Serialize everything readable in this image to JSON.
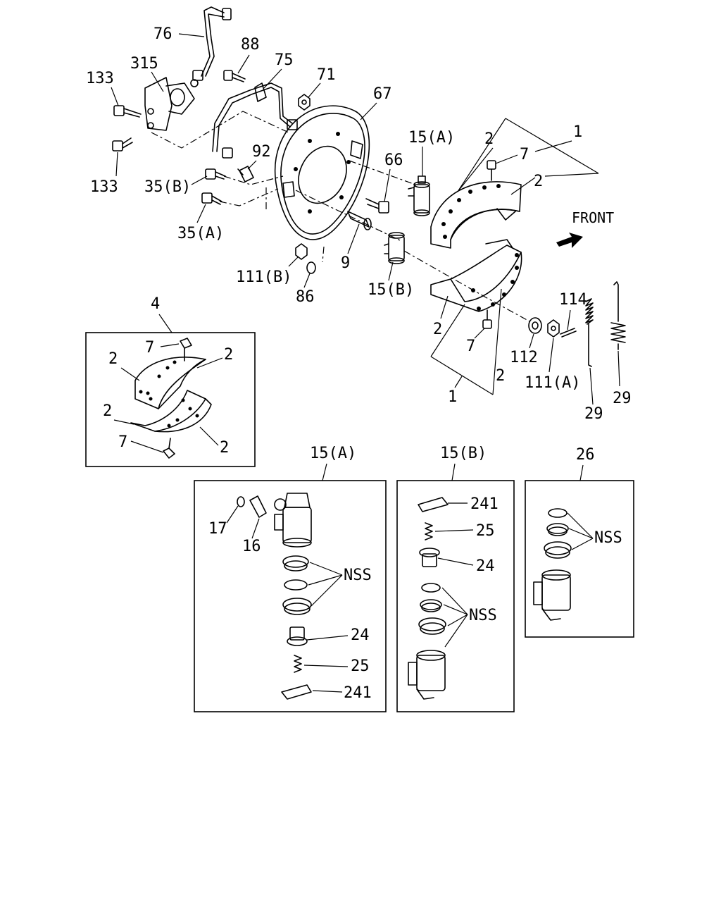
{
  "labels": {
    "l76": "76",
    "l88": "88",
    "l315": "315",
    "l75": "75",
    "l71": "71",
    "l133a": "133",
    "l133b": "133",
    "l67": "67",
    "l92": "92",
    "l35b": "35(B)",
    "l35a": "35(A)",
    "l66": "66",
    "l15a_top": "15(A)",
    "l2a": "2",
    "l7a": "7",
    "l1a": "1",
    "l2b": "2",
    "l9": "9",
    "l111b": "111(B)",
    "l86": "86",
    "l15b_top": "15(B)",
    "l2c": "2",
    "l7b": "7",
    "l114": "114",
    "l112": "112",
    "l111a": "111(A)",
    "l2d": "2",
    "l1b": "1",
    "l29a": "29",
    "l29b": "29",
    "front": "FRONT"
  },
  "kit4": {
    "title": "4",
    "l7a": "7",
    "l2a": "2",
    "l2b": "2",
    "l2c": "2",
    "l2d": "2",
    "l7b": "7"
  },
  "kit15a": {
    "title": "15(A)",
    "l17": "17",
    "l16": "16",
    "nss": "NSS",
    "l24": "24",
    "l25": "25",
    "l241": "241"
  },
  "kit15b": {
    "title": "15(B)",
    "l241": "241",
    "l25": "25",
    "l24": "24",
    "nss": "NSS"
  },
  "kit26": {
    "title": "26",
    "nss": "NSS"
  }
}
